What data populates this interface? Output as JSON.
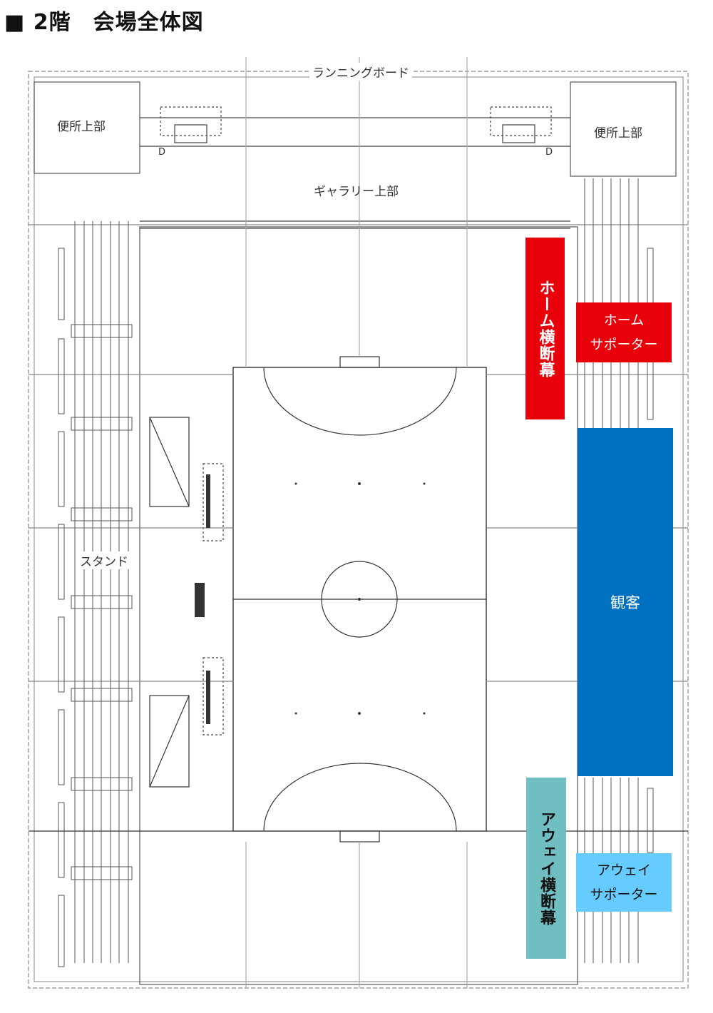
{
  "title": "■ 2階　会場全体図",
  "labels": {
    "running_board": "ランニングボード",
    "restroom_left": "便所上部",
    "restroom_right": "便所上部",
    "gallery": "ギャラリー上部",
    "stand": "スタンド",
    "door_left": "D",
    "door_right": "D"
  },
  "zones": {
    "home_banner": {
      "label": "ホーム横断幕",
      "color": "#e8000b",
      "text_color": "#ffffff"
    },
    "home_supporters": {
      "line1": "ホーム",
      "line2": "サポーター",
      "color": "#e8000b",
      "text_color": "#ffffff"
    },
    "spectators": {
      "label": "観客",
      "color": "#0070c0",
      "text_color": "#ffffff"
    },
    "away_banner": {
      "label": "アウェイ横断幕",
      "color": "#70bec1",
      "text_color": "#111111"
    },
    "away_supporters": {
      "line1": "アウェイ",
      "line2": "サポーター",
      "color": "#66ccff",
      "text_color": "#111111"
    }
  }
}
